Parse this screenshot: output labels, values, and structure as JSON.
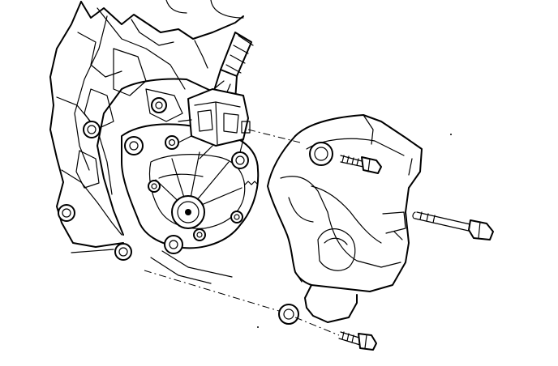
{
  "figure": {
    "kind": "exploded-assembly-line-drawing",
    "parts": [
      {
        "id": "engine-case",
        "icon": "gearbox-case-outline"
      },
      {
        "id": "sensor-module",
        "icon": "sensor-with-cable"
      },
      {
        "id": "cover-plate",
        "icon": "cover-bracket"
      },
      {
        "id": "bolt-upper",
        "icon": "short-bolt"
      },
      {
        "id": "bolt-long",
        "icon": "long-bolt"
      },
      {
        "id": "bolt-lower",
        "icon": "short-bolt"
      }
    ],
    "colors": {
      "line": "#000000",
      "background": "#ffffff"
    }
  }
}
